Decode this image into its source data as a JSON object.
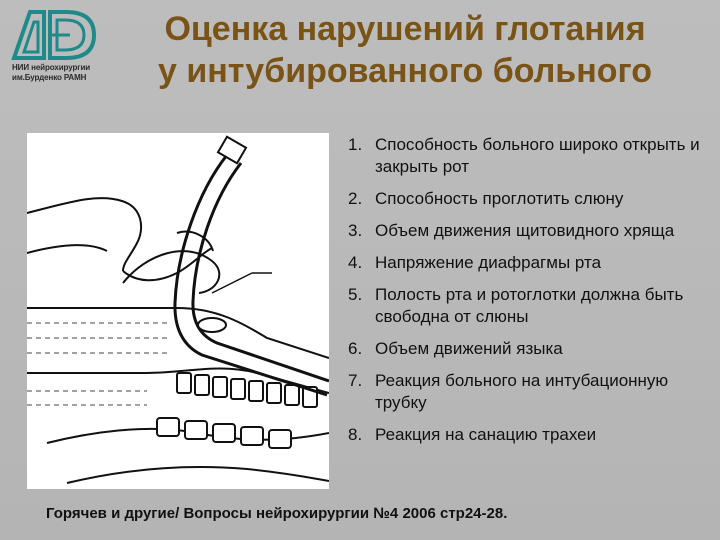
{
  "logo": {
    "icon": "institute-logo-icon",
    "line1": "НИИ нейрохирургии",
    "line2": "им.Бурденко РАМН"
  },
  "title": {
    "line1": "Оценка нарушений глотания",
    "line2": "у интубированного больного"
  },
  "figure": {
    "icon": "intubation-anatomy-illustration"
  },
  "items": [
    {
      "num": "1.",
      "text": "Способность больного широко открыть и закрыть рот"
    },
    {
      "num": "2.",
      "text": "Способность проглотить слюну"
    },
    {
      "num": "3.",
      "text": "Объем движения щитовидного хряща"
    },
    {
      "num": "4.",
      "text": "Напряжение диафрагмы рта"
    },
    {
      "num": "5.",
      "text": "Полость рта и ротоглотки должна быть свободна от слюны"
    },
    {
      "num": "6.",
      "text": "Объем движений языка"
    },
    {
      "num": "7.",
      "text": "Реакция больного на интубационную трубку"
    },
    {
      "num": "8.",
      "text": "Реакция на санацию трахеи"
    }
  ],
  "citation": "Горячев и другие/ Вопросы нейрохирургии №4 2006 стр24-28.",
  "colors": {
    "title": "#7a5417",
    "background": "#bbbbbb",
    "logo_teal": "#1f8a8a"
  }
}
